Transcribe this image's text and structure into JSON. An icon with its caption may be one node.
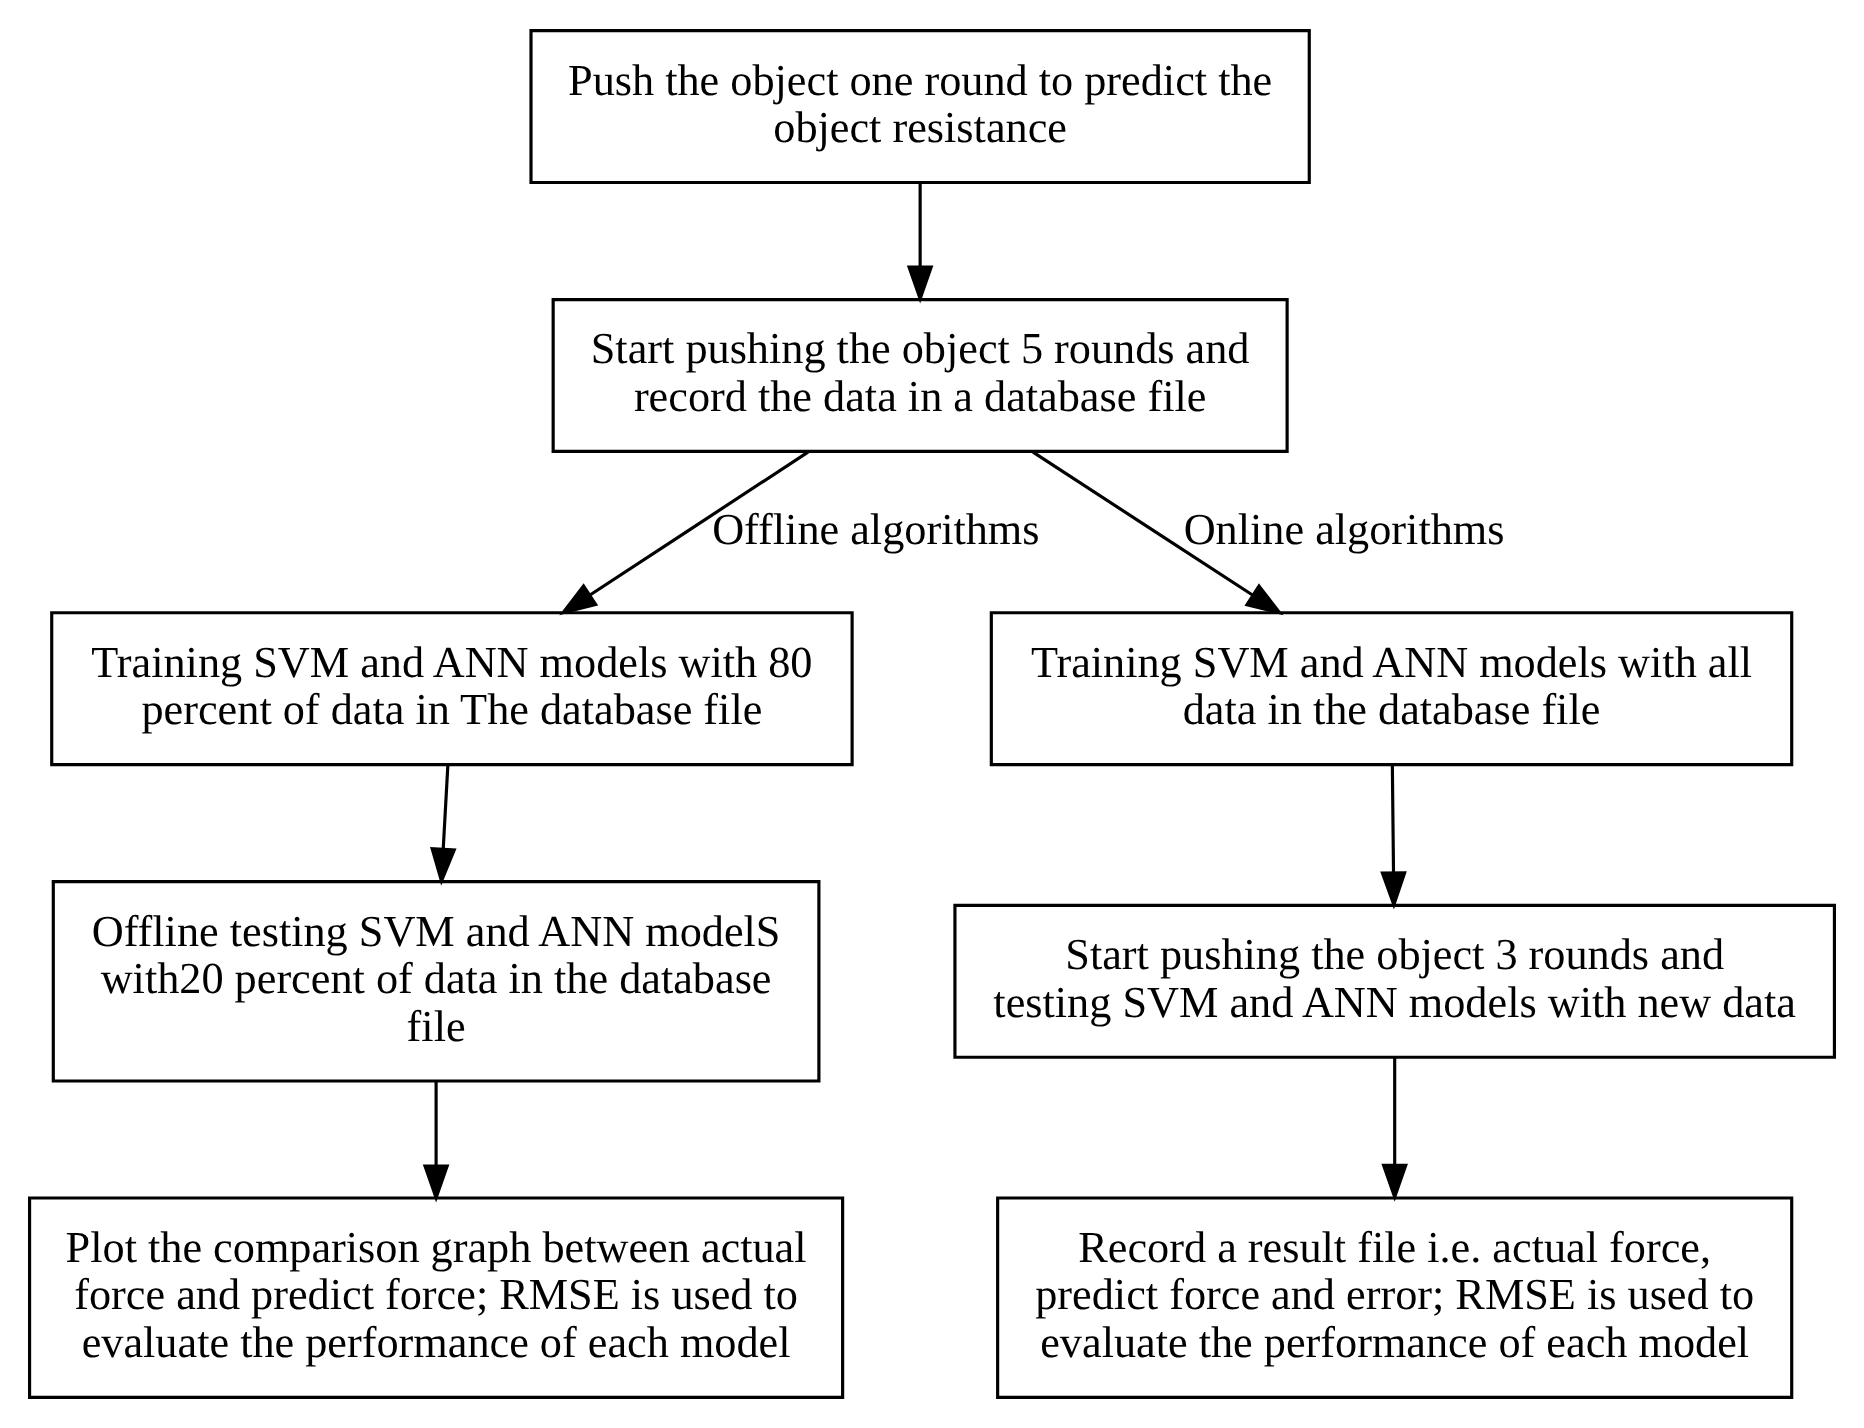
{
  "diagram": {
    "nodes": [
      {
        "text": [
          "Push the object one round to predict the object resistance"
        ]
      },
      {
        "text": [
          "Start pushing the object 5 rounds and record the data in a database file"
        ]
      },
      {
        "text": [
          "Training SVM and ANN models with 80 percent of data in The database file"
        ]
      },
      {
        "text": [
          "Training SVM and ANN models with all data in the database file"
        ]
      },
      {
        "text": [
          "Offline testing SVM and ANN modelS with20 percent of data in the database file"
        ]
      },
      {
        "text": [
          "Start pushing the object 3 rounds and testing SVM and ANN models with new data"
        ]
      },
      {
        "text": [
          "Plot the comparison graph between actual force and predict force; RMSE is used to evaluate the performance of each model"
        ]
      },
      {
        "text": [
          "Record a result file i.e. actual force, predict force and error; RMSE is used to evaluate the performance of each model"
        ]
      }
    ],
    "edges": [
      {
        "from": 0,
        "to": 1,
        "arrow": "to"
      },
      {
        "from": 1,
        "to": 2,
        "arrow": "to",
        "label": "Offline algorithms"
      },
      {
        "from": 1,
        "to": 3,
        "arrow": "to",
        "label": "Online algorithms"
      },
      {
        "from": 2,
        "to": 4,
        "arrow": "to"
      },
      {
        "from": 3,
        "to": 5,
        "arrow": "to"
      },
      {
        "from": 4,
        "to": 6,
        "arrow": "to"
      },
      {
        "from": 5,
        "to": 7,
        "arrow": "to"
      }
    ]
  }
}
